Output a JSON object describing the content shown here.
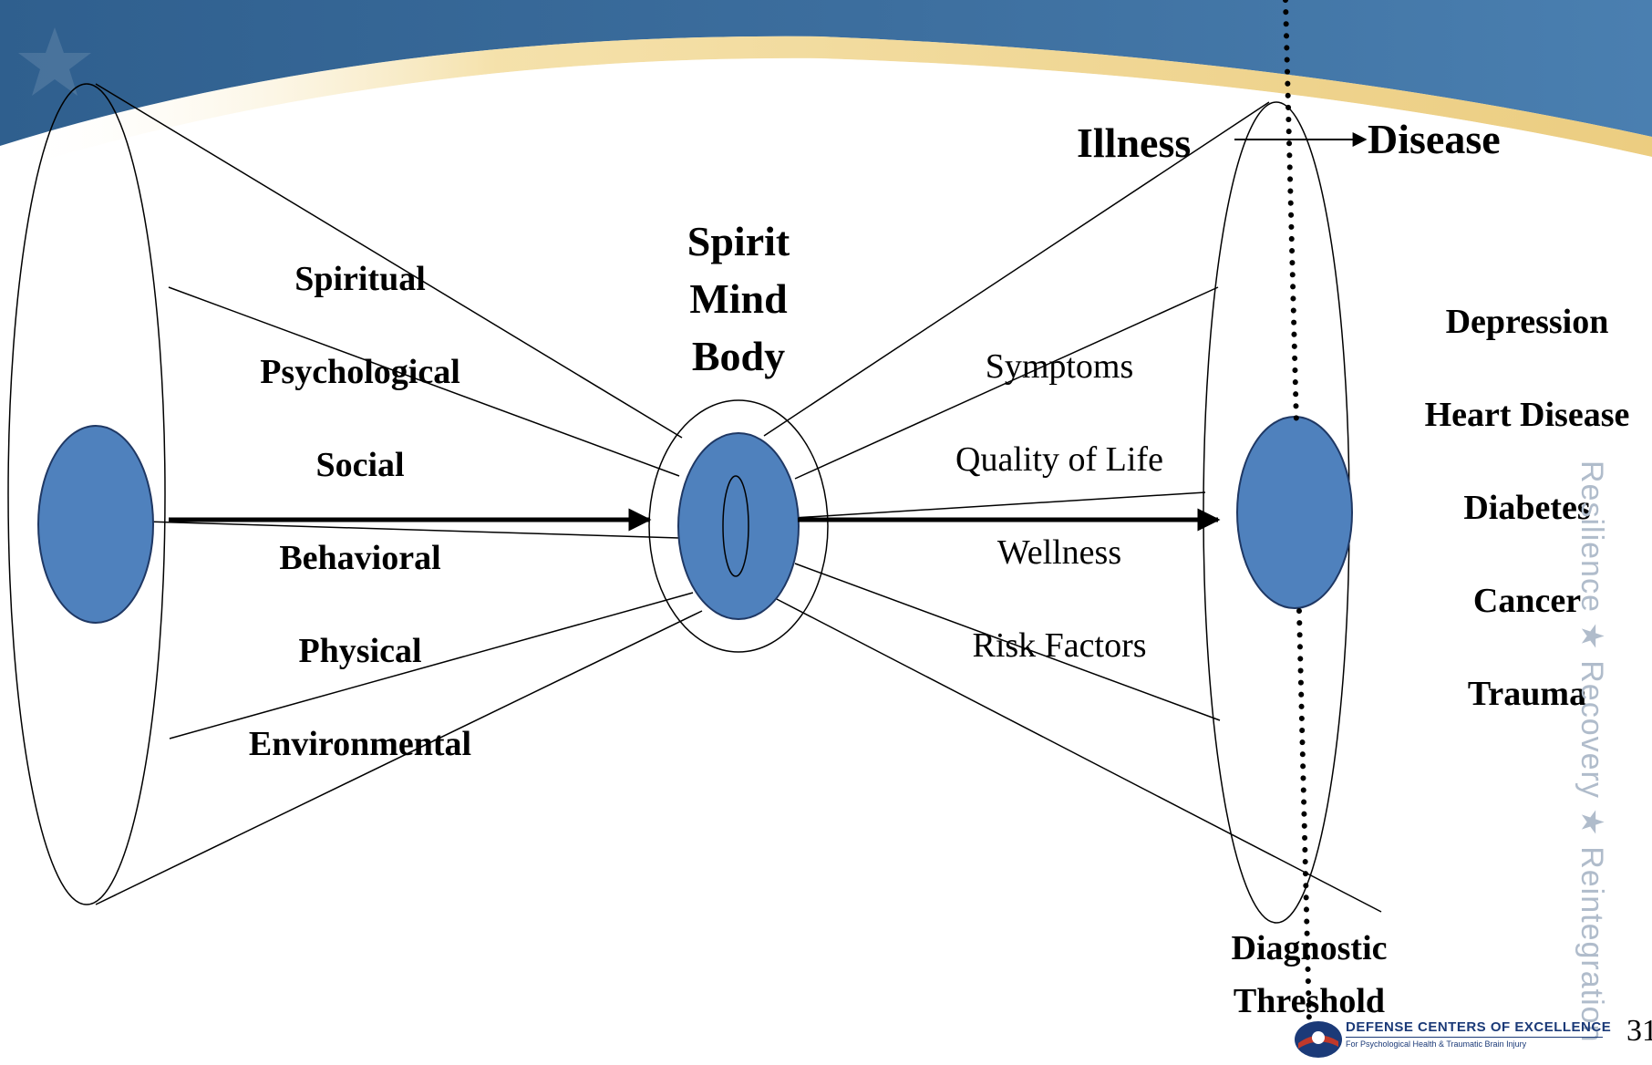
{
  "header": {
    "banner_color": "#2f5f8e",
    "accent_color": "#e8c46a"
  },
  "left_factors": [
    "Spiritual",
    "Psychological",
    "Social",
    "Behavioral",
    "Physical",
    "Environmental"
  ],
  "center_labels": [
    "Spirit",
    "Mind",
    "Body"
  ],
  "right_factors": [
    "Symptoms",
    "Quality of Life",
    "Wellness",
    "Risk Factors"
  ],
  "illness_label": "Illness",
  "disease_label": "Disease",
  "disease_list": [
    "Depression",
    "Heart Disease",
    "Diabetes",
    "Cancer",
    "Trauma"
  ],
  "threshold_label_line1": "Diagnostic",
  "threshold_label_line2": "Threshold",
  "side_banner": "Resilience ★ Recovery ★ Reintegration",
  "logo": {
    "title": "DEFENSE CENTERS OF EXCELLENCE",
    "subtitle": "For Psychological Health & Traumatic Brain Injury"
  },
  "page_number": "31",
  "colors": {
    "node_fill": "#4f81bd",
    "node_stroke": "#1f3864"
  }
}
